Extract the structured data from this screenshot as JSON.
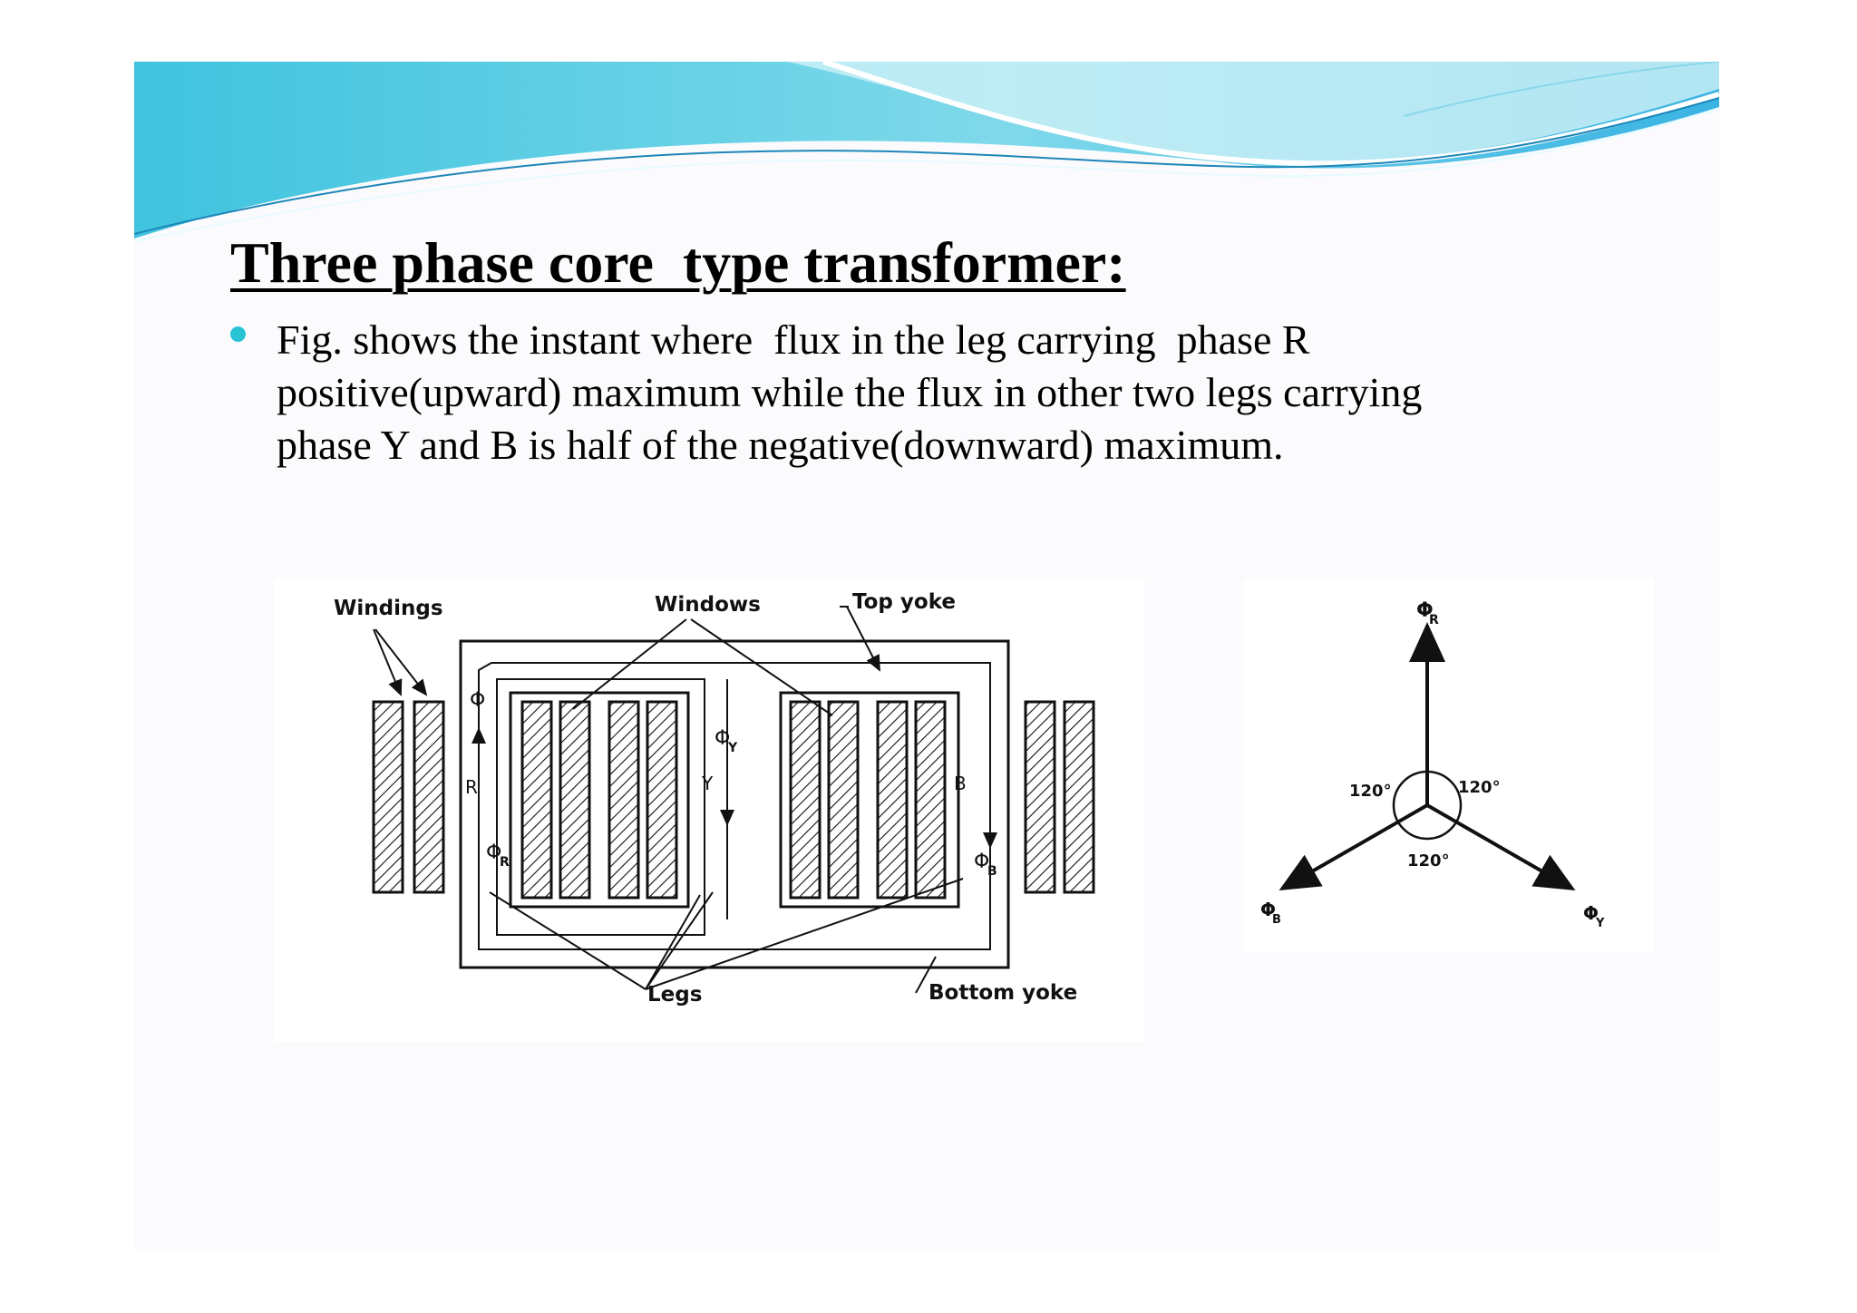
{
  "slide": {
    "title": "Three phase core  type transformer:",
    "bullet_lines": [
      "Fig. shows the instant where  flux in the leg carrying  phase R",
      "positive(upward) maximum while the flux in other two legs carrying",
      "phase Y and B is half of the negative(downward) maximum."
    ]
  },
  "core_figure": {
    "labels": {
      "windings": "Windings",
      "windows": "Windows",
      "top_yoke": "Top yoke",
      "legs": "Legs",
      "bottom_yoke": "Bottom yoke",
      "r": "R",
      "y": "Y",
      "b": "B",
      "phi": "Φ",
      "sub_r": "R",
      "sub_y": "Y",
      "sub_b": "B"
    }
  },
  "phasor_figure": {
    "labels": {
      "phi": "Φ",
      "sub_r": "R",
      "sub_y": "Y",
      "sub_b": "B",
      "angle_left": "120°",
      "angle_right": "120°",
      "angle_bottom": "120°"
    },
    "angles_deg": [
      120,
      120,
      120
    ]
  },
  "colors": {
    "bullet": "#29c3d6",
    "wave_light": "#bfeff5",
    "wave_mid": "#5fd3e6",
    "wave_dark": "#2aa6d8"
  }
}
